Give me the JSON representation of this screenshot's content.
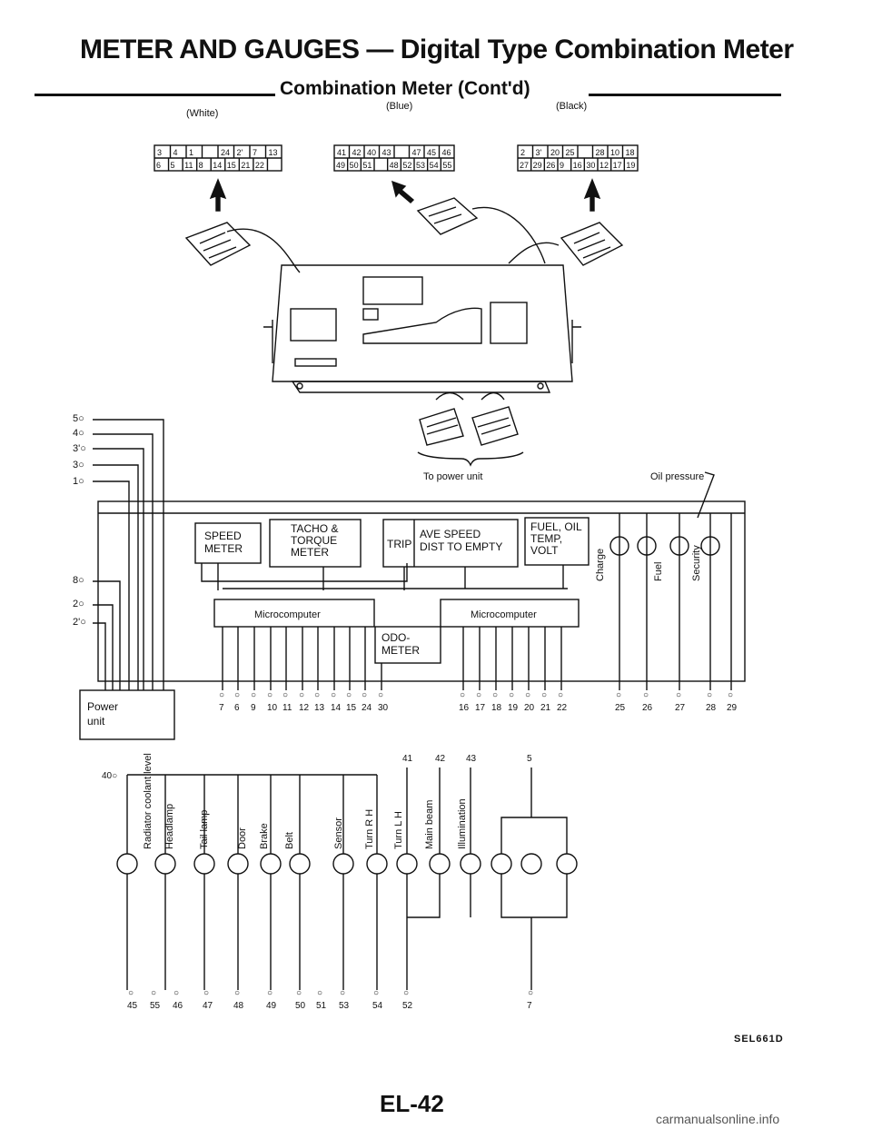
{
  "header": {
    "title": "METER AND GAUGES — Digital Type Combination Meter",
    "subtitle": "Combination Meter (Cont'd)"
  },
  "connectors": {
    "white": {
      "label": "(White)",
      "row1": [
        "3",
        "4",
        "1",
        "",
        "24",
        "2'",
        "7",
        "13"
      ],
      "row2": [
        "6",
        "5",
        "11",
        "8",
        "14",
        "15",
        "21",
        "22",
        ""
      ]
    },
    "blue": {
      "label": "(Blue)",
      "row1": [
        "41",
        "42",
        "40",
        "43",
        "",
        "47",
        "45",
        "46"
      ],
      "row2": [
        "49",
        "50",
        "51",
        "",
        "48",
        "52",
        "53",
        "54",
        "55"
      ]
    },
    "black": {
      "label": "(Black)",
      "row1": [
        "2",
        "3'",
        "20",
        "25",
        "",
        "28",
        "10",
        "18"
      ],
      "row2": [
        "27",
        "29",
        "26",
        "9",
        "16",
        "30",
        "12",
        "17",
        "19"
      ]
    }
  },
  "power_label": "To power unit",
  "oil_pressure": "Oil pressure",
  "left_terminals": [
    "5",
    "4",
    "3'",
    "3",
    "1",
    "8",
    "2",
    "2'"
  ],
  "blocks": {
    "speed": [
      "SPEED",
      "METER"
    ],
    "tacho": [
      "TACHO &",
      "TORQUE",
      "METER"
    ],
    "trip": "TRIP",
    "ave": [
      "AVE SPEED",
      "DIST TO EMPTY"
    ],
    "fuel": [
      "FUEL, OIL",
      "TEMP,",
      "VOLT"
    ],
    "micro1": "Microcomputer",
    "micro2": "Microcomputer",
    "odo": [
      "ODO-",
      "METER"
    ],
    "power_unit": [
      "Power",
      "unit"
    ]
  },
  "upper_lamps": [
    "Charge",
    "Fuel",
    "Security"
  ],
  "bottom_terminals_a": [
    "7",
    "6",
    "9",
    "10",
    "11",
    "12",
    "13",
    "14",
    "15",
    "24",
    "30"
  ],
  "bottom_terminals_b": [
    "16",
    "17",
    "18",
    "19",
    "20",
    "21",
    "22"
  ],
  "bottom_terminals_c": [
    "25",
    "26",
    "27",
    "28",
    "29"
  ],
  "lower": {
    "left_terminal": "40",
    "labels": [
      "Radiator coolant level",
      "Headlamp",
      "Tail lamp",
      "Door",
      "Brake",
      "Belt",
      "Sensor",
      "Turn R H",
      "Turn L H",
      "Main beam",
      "Illumination"
    ],
    "top_terminals": [
      "41",
      "42",
      "43",
      "5"
    ],
    "bottom_terminals": [
      "45",
      "55",
      "46",
      "47",
      "48",
      "49",
      "50",
      "51",
      "53",
      "54",
      "52",
      "7"
    ]
  },
  "code": "SEL661D",
  "page": "EL-42",
  "watermark": "carmanualsonline.info"
}
